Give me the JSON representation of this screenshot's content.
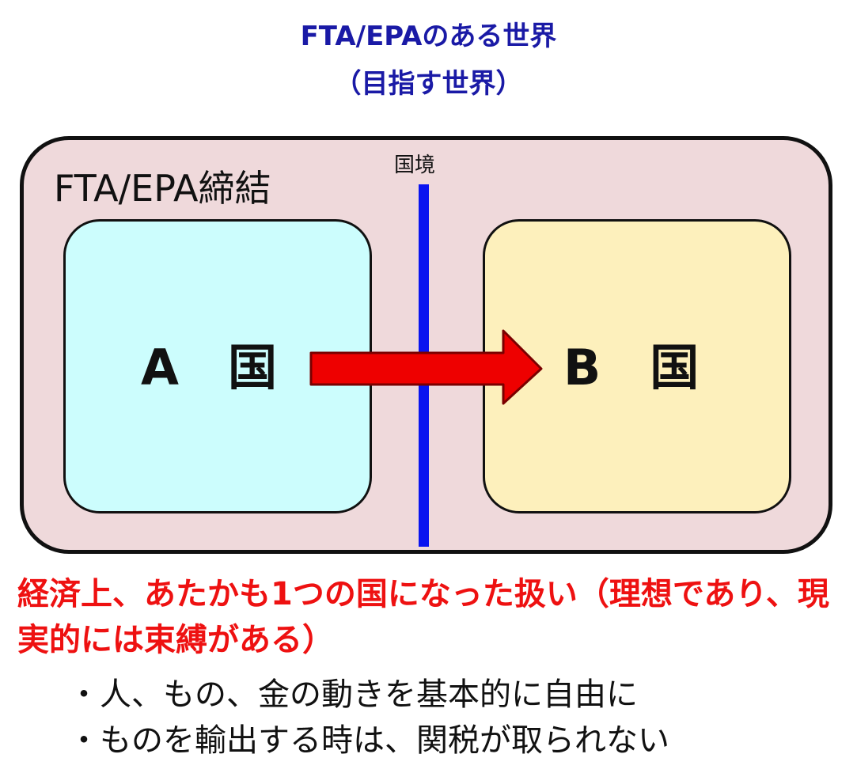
{
  "title": {
    "line1": "FTA/EPAのある世界",
    "line2": "（目指す世界）"
  },
  "diagram": {
    "agreement_label": "FTA/EPA締結",
    "border_label": "国境",
    "country_a": "A　国",
    "country_b": "B　国"
  },
  "note": "経済上、あたかも1つの国になった扱い（理想であり、現実的には束縛がある）",
  "bullets": [
    "・人、もの、金の動きを基本的に自由に",
    "・ものを輸出する時は、関税が取られない"
  ],
  "colors": {
    "title": "#1a1aa6",
    "outer_fill": "#efd9db",
    "country_a_fill": "#ccfdfd",
    "country_b_fill": "#fdf0bc",
    "border_line": "#0a14f0",
    "arrow": "#ee0000",
    "note": "#ee1111"
  }
}
